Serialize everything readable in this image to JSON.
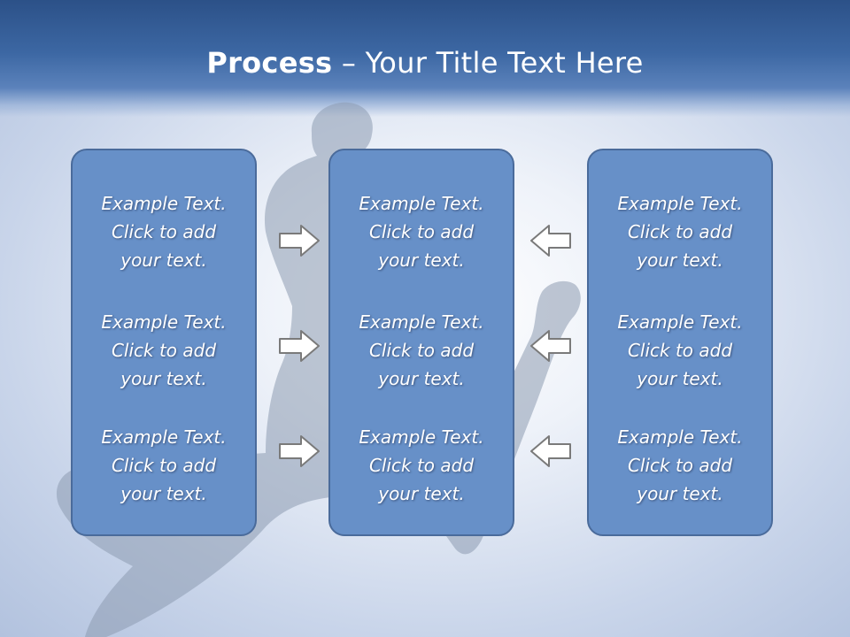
{
  "slide": {
    "title_bold": "Process",
    "title_rest": " – Your Title Text Here"
  },
  "columns": [
    {
      "items": [
        {
          "line1": "Example Text.",
          "line2": "Click  to add",
          "line3": "your text."
        },
        {
          "line1": "Example Text.",
          "line2": "Click  to add",
          "line3": "your text."
        },
        {
          "line1": "Example Text.",
          "line2": "Click  to add",
          "line3": "your text."
        }
      ]
    },
    {
      "items": [
        {
          "line1": "Example Text.",
          "line2": "Click  to add",
          "line3": "your text."
        },
        {
          "line1": "Example Text.",
          "line2": "Click  to add",
          "line3": "your text."
        },
        {
          "line1": "Example Text.",
          "line2": "Click  to add",
          "line3": "your text."
        }
      ]
    },
    {
      "items": [
        {
          "line1": "Example Text.",
          "line2": "Click  to add",
          "line3": "your text."
        },
        {
          "line1": "Example Text.",
          "line2": "Click  to add",
          "line3": "your text."
        },
        {
          "line1": "Example Text.",
          "line2": "Click  to add",
          "line3": "your text."
        }
      ]
    }
  ],
  "arrows": {
    "left_to_center": "right-arrow-icon",
    "right_to_center": "left-arrow-icon"
  },
  "colors": {
    "header": "#2c5188",
    "panel_fill": "#6790c8",
    "panel_border": "#4a6b9b",
    "text": "#ffffff"
  }
}
